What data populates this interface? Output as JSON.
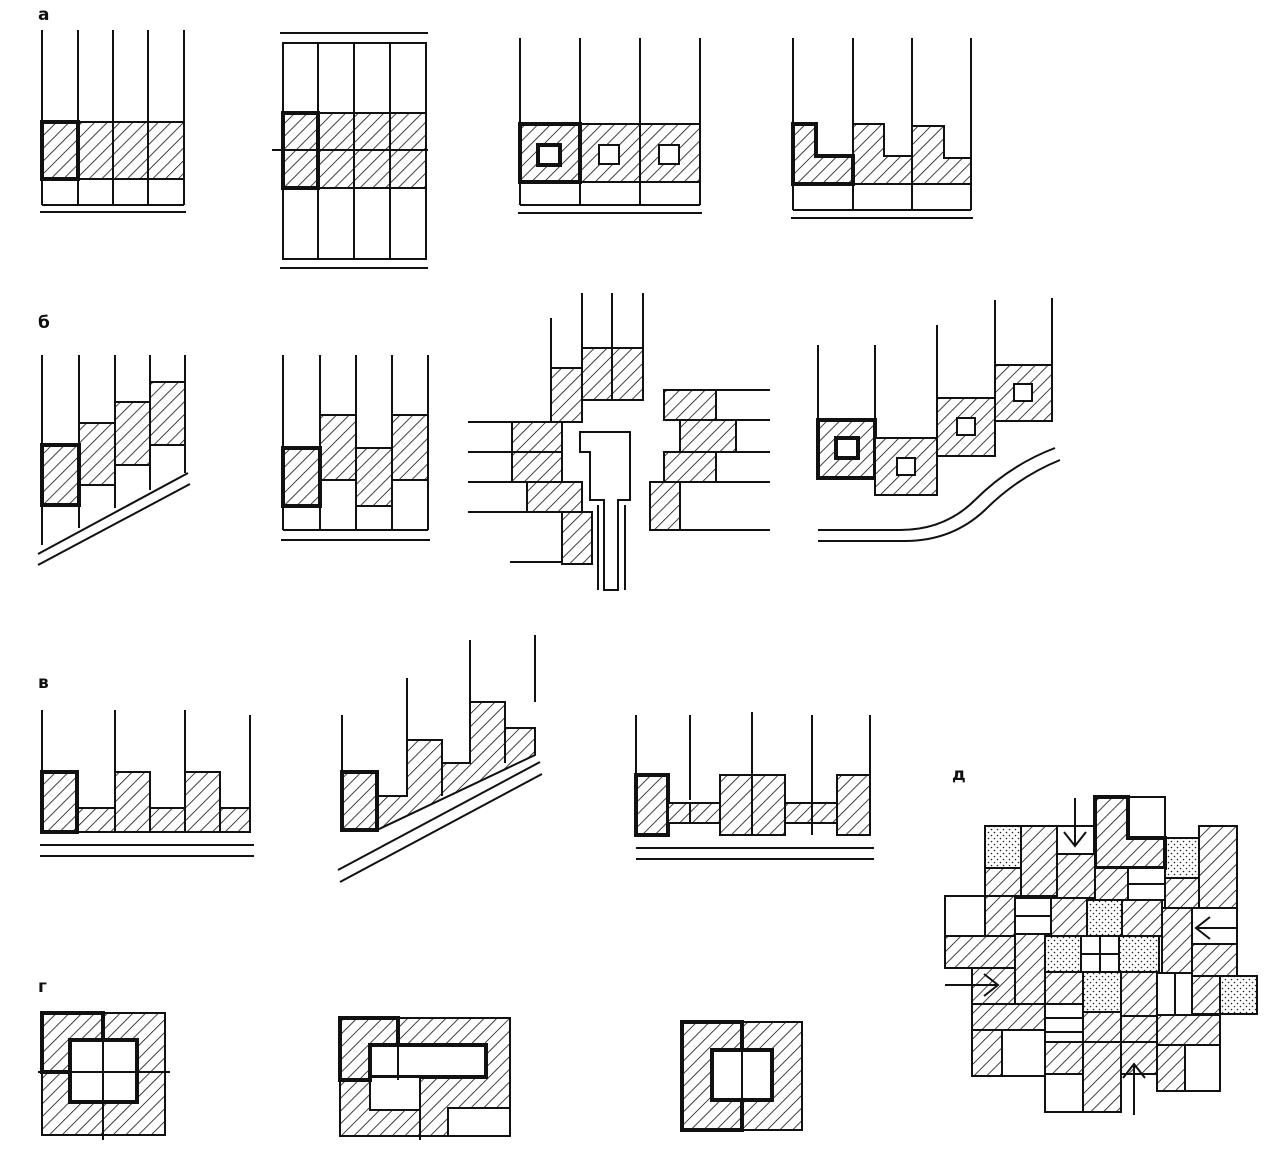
{
  "figure": {
    "labels": {
      "a": "а",
      "b": "б",
      "v": "в",
      "g": "г",
      "d": "д"
    },
    "colors": {
      "ink": "#111111",
      "paper": "#ffffff"
    },
    "fills": [
      "hatched",
      "dotted",
      "white"
    ]
  }
}
